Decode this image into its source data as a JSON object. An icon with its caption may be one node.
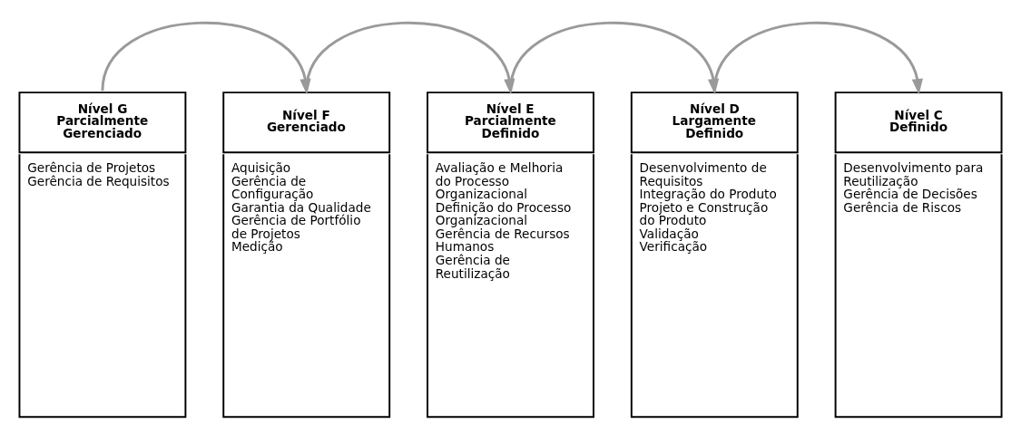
{
  "diagram": {
    "nodes": [
      {
        "text": [
          "Nível G Parcialmente Gerenciado",
          "Gerência de Projetos",
          "Gerência de Requisitos"
        ]
      },
      {
        "text": [
          "Nível F Gerenciado",
          "Aquisição",
          "Gerência de Configuração",
          "Garantia da Qualidade",
          "Gerência de Portfólio de Projetos",
          "Medição"
        ]
      },
      {
        "text": [
          "Nível E Parcialmente Definido",
          "Avaliação e Melhoria do Processo Organizacional",
          "Definição do Processo Organizacional",
          "Gerência de Recursos Humanos",
          "Gerência de Reutilização"
        ]
      },
      {
        "text": [
          "Nível D Largamente Definido",
          "Desenvolvimento de Requisitos",
          "Integração do Produto",
          "Projeto e Construção do Produto",
          "Validação",
          "Verificação"
        ]
      },
      {
        "text": [
          "Nível C Definido",
          "Desenvolvimento para Reutilização",
          "Gerência de Decisões",
          "Gerência de Riscos"
        ]
      }
    ],
    "edges": [
      {
        "from": 0,
        "to": 1,
        "arrow": "to"
      },
      {
        "from": 1,
        "to": 2,
        "arrow": "to"
      },
      {
        "from": 2,
        "to": 3,
        "arrow": "to"
      },
      {
        "from": 3,
        "to": 4,
        "arrow": "to"
      }
    ]
  }
}
